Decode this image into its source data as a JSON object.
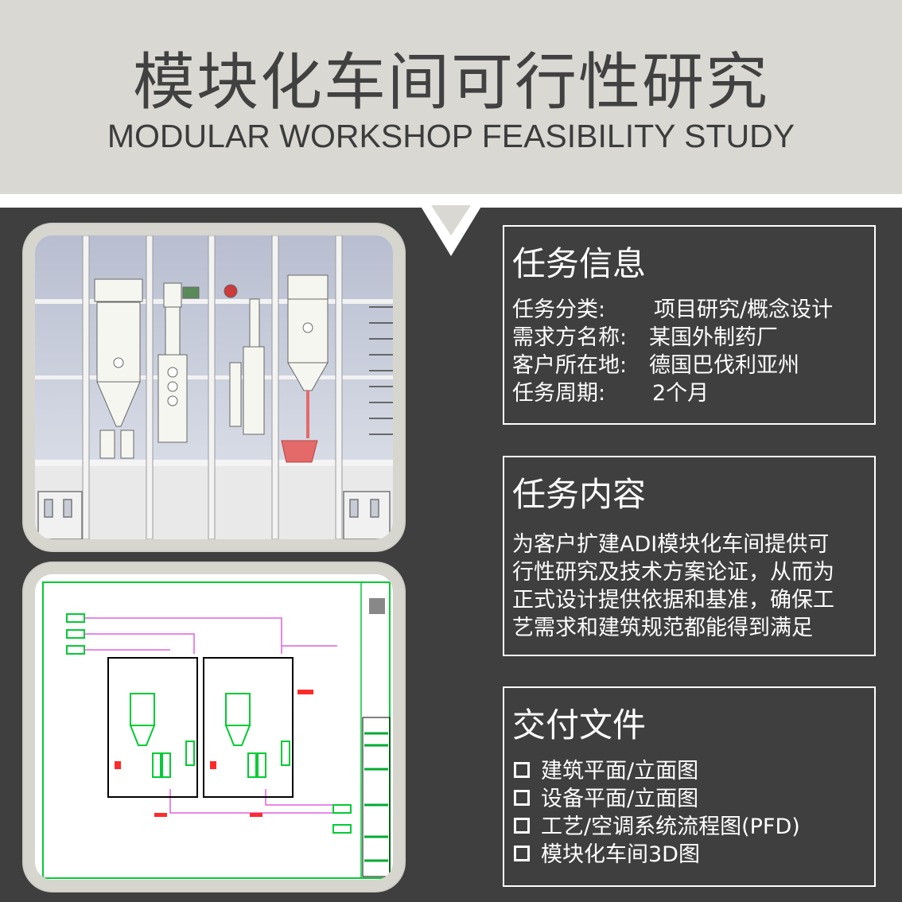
{
  "header": {
    "title_zh": "模块化车间可行性研究",
    "title_en": "MODULAR WORKSHOP FEASIBILITY STUDY"
  },
  "task_info": {
    "heading": "任务信息",
    "rows": [
      {
        "label": "任务分类:",
        "value": "项目研究/概念设计"
      },
      {
        "label": "需求方名称:",
        "value": "某国外制药厂"
      },
      {
        "label": "客户所在地:",
        "value": "德国巴伐利亚州"
      },
      {
        "label": "任务周期:",
        "value": "2个月"
      }
    ]
  },
  "task_content": {
    "heading": "任务内容",
    "lines": [
      "为客户扩建ADI模块化车间提供可",
      "行性研究及技术方案论证，从而为",
      "正式设计提供依据和基准，确保工",
      "艺需求和建筑规范都能得到满足"
    ]
  },
  "deliverables": {
    "heading": "交付文件",
    "items": [
      "建筑平面/立面图",
      "设备平面/立面图",
      "工艺/空调系统流程图(PFD)",
      "模块化车间3D图"
    ]
  },
  "colors": {
    "header_bg": "#d9d8d3",
    "body_bg": "#3f3f3f",
    "panel_border": "#ffffff",
    "cad_green": "#00cc33",
    "cad_red": "#ff2a2a",
    "cad_magenta": "#e060e0"
  },
  "images": {
    "top": "3d-rendering-icon",
    "bottom": "cad-drawing-icon"
  }
}
